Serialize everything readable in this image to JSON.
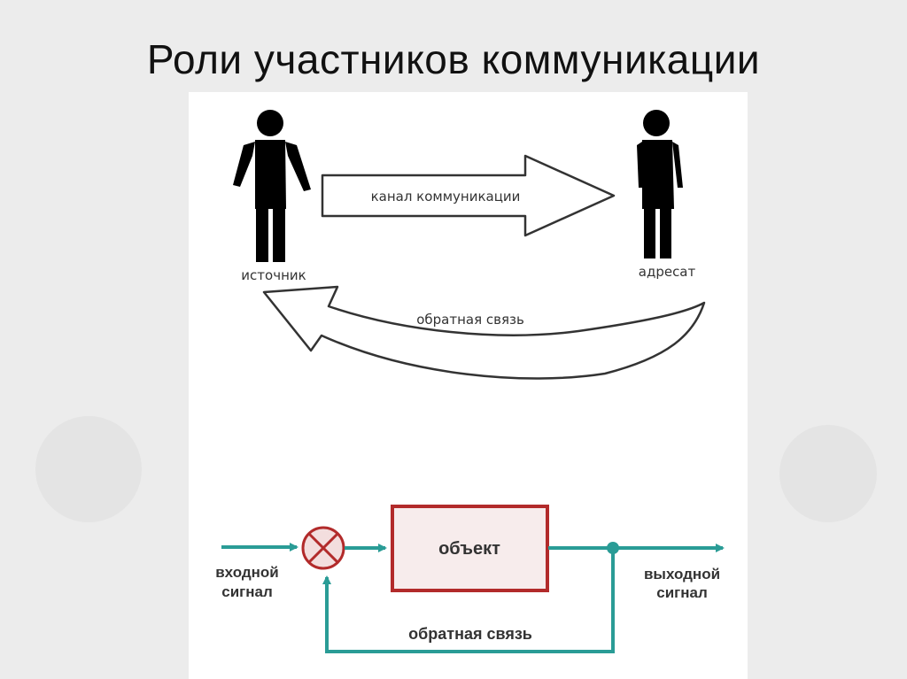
{
  "slide": {
    "title": "Роли участников коммуникации"
  },
  "top_diagram": {
    "source_label": "источник",
    "receiver_label": "адресат",
    "channel_label": "канал коммуникации",
    "feedback_label": "обратная связь"
  },
  "bottom_diagram": {
    "input_label_1": "входной",
    "input_label_2": "сигнал",
    "object_label": "объект",
    "output_label_1": "выходной",
    "output_label_2": "сигнал",
    "feedback_label": "обратная связь"
  },
  "colors": {
    "line": "#2a9c96",
    "object_border": "#b22b2b",
    "object_fill": "#f7ecec",
    "figure": "#000000"
  }
}
